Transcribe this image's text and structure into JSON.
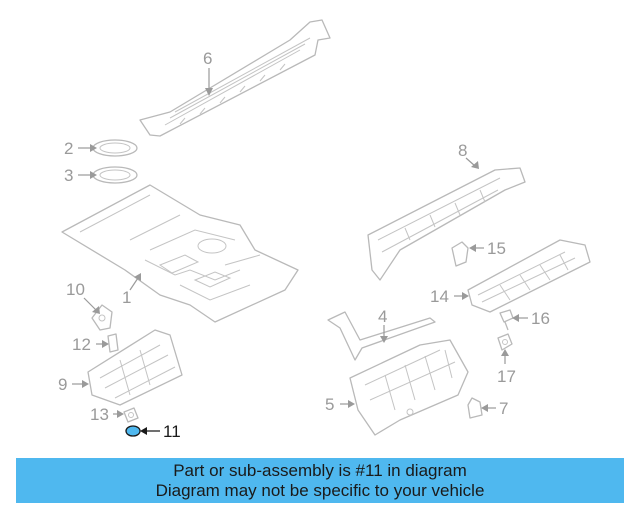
{
  "callouts": {
    "c1": "1",
    "c2": "2",
    "c3": "3",
    "c4": "4",
    "c5": "5",
    "c6": "6",
    "c7": "7",
    "c8": "8",
    "c9": "9",
    "c10": "10",
    "c11": "11",
    "c12": "12",
    "c13": "13",
    "c14": "14",
    "c15": "15",
    "c16": "16",
    "c17": "17"
  },
  "highlight_color": "#4fb8ef",
  "banner": {
    "line1": "Part or sub-assembly is #11 in diagram",
    "line2": "Diagram may not be specific to your vehicle"
  }
}
